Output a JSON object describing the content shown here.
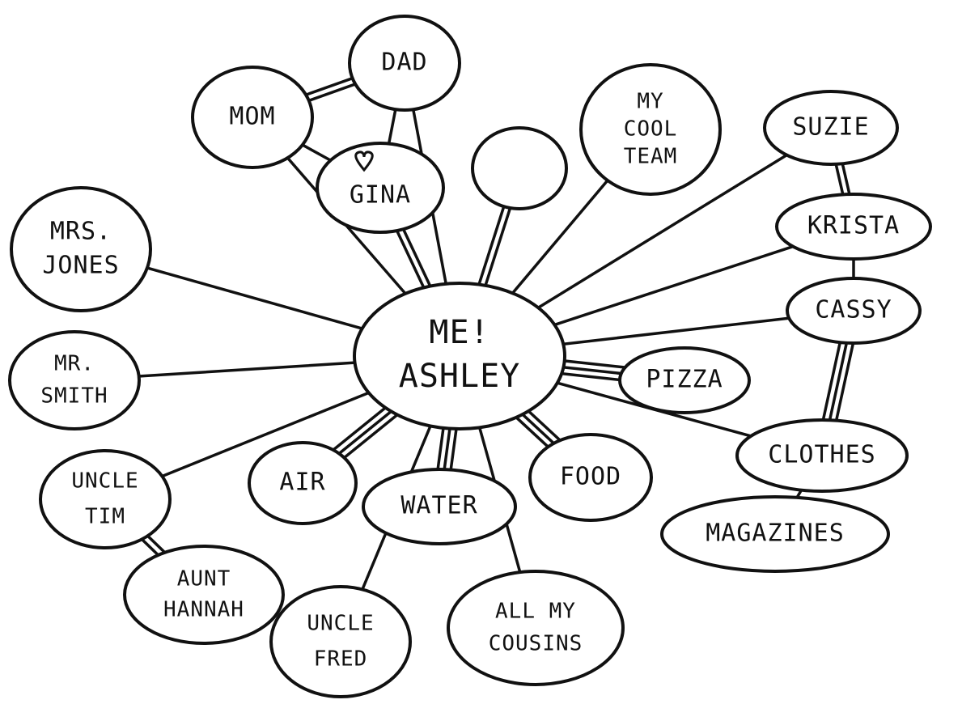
{
  "diagram": {
    "center": {
      "id": "me",
      "lines": [
        "ME!",
        "ASHLEY"
      ]
    },
    "nodes": [
      {
        "id": "mom",
        "lines": [
          "MOM"
        ]
      },
      {
        "id": "dad",
        "lines": [
          "DAD"
        ]
      },
      {
        "id": "gina",
        "lines": [
          "GINA"
        ],
        "decoration": "heart-icon"
      },
      {
        "id": "blank",
        "lines": []
      },
      {
        "id": "team",
        "lines": [
          "MY",
          "COOL",
          "TEAM"
        ]
      },
      {
        "id": "suzie",
        "lines": [
          "SUZIE"
        ]
      },
      {
        "id": "krista",
        "lines": [
          "KRISTA"
        ]
      },
      {
        "id": "cassy",
        "lines": [
          "CASSY"
        ]
      },
      {
        "id": "mrsjones",
        "lines": [
          "MRS.",
          "JONES"
        ]
      },
      {
        "id": "mrsmith",
        "lines": [
          "MR.",
          "SMITH"
        ]
      },
      {
        "id": "pizza",
        "lines": [
          "PIZZA"
        ]
      },
      {
        "id": "clothes",
        "lines": [
          "CLOTHES"
        ]
      },
      {
        "id": "magazines",
        "lines": [
          "MAGAZINES"
        ]
      },
      {
        "id": "uncletim",
        "lines": [
          "UNCLE",
          "TIM"
        ]
      },
      {
        "id": "aunthannah",
        "lines": [
          "AUNT",
          "HANNAH"
        ]
      },
      {
        "id": "air",
        "lines": [
          "AIR"
        ]
      },
      {
        "id": "water",
        "lines": [
          "WATER"
        ]
      },
      {
        "id": "food",
        "lines": [
          "FOOD"
        ]
      },
      {
        "id": "unclefred",
        "lines": [
          "UNCLE",
          "FRED"
        ]
      },
      {
        "id": "cousins",
        "lines": [
          "ALL MY",
          "COUSINS"
        ]
      }
    ],
    "edges": [
      {
        "from": "me",
        "to": "mom",
        "weight": 1
      },
      {
        "from": "me",
        "to": "dad",
        "weight": 1
      },
      {
        "from": "me",
        "to": "gina",
        "weight": 2
      },
      {
        "from": "me",
        "to": "blank",
        "weight": 2
      },
      {
        "from": "me",
        "to": "team",
        "weight": 1
      },
      {
        "from": "me",
        "to": "suzie",
        "weight": 1
      },
      {
        "from": "me",
        "to": "krista",
        "weight": 1
      },
      {
        "from": "me",
        "to": "cassy",
        "weight": 1
      },
      {
        "from": "me",
        "to": "mrsjones",
        "weight": 1
      },
      {
        "from": "me",
        "to": "mrsmith",
        "weight": 1
      },
      {
        "from": "me",
        "to": "uncletim",
        "weight": 1
      },
      {
        "from": "me",
        "to": "pizza",
        "weight": 3
      },
      {
        "from": "me",
        "to": "food",
        "weight": 3
      },
      {
        "from": "me",
        "to": "water",
        "weight": 3
      },
      {
        "from": "me",
        "to": "air",
        "weight": 3
      },
      {
        "from": "me",
        "to": "unclefred",
        "weight": 1
      },
      {
        "from": "me",
        "to": "cousins",
        "weight": 1
      },
      {
        "from": "me",
        "to": "clothes",
        "weight": 1
      },
      {
        "from": "clothes",
        "to": "magazines",
        "weight": 1
      },
      {
        "from": "mom",
        "to": "dad",
        "weight": 2
      },
      {
        "from": "mom",
        "to": "gina",
        "weight": 1
      },
      {
        "from": "dad",
        "to": "gina",
        "weight": 1
      },
      {
        "from": "suzie",
        "to": "krista",
        "weight": 2
      },
      {
        "from": "krista",
        "to": "cassy",
        "weight": 1
      },
      {
        "from": "cassy",
        "to": "clothes",
        "weight": 3
      },
      {
        "from": "uncletim",
        "to": "aunthannah",
        "weight": 2
      }
    ]
  }
}
